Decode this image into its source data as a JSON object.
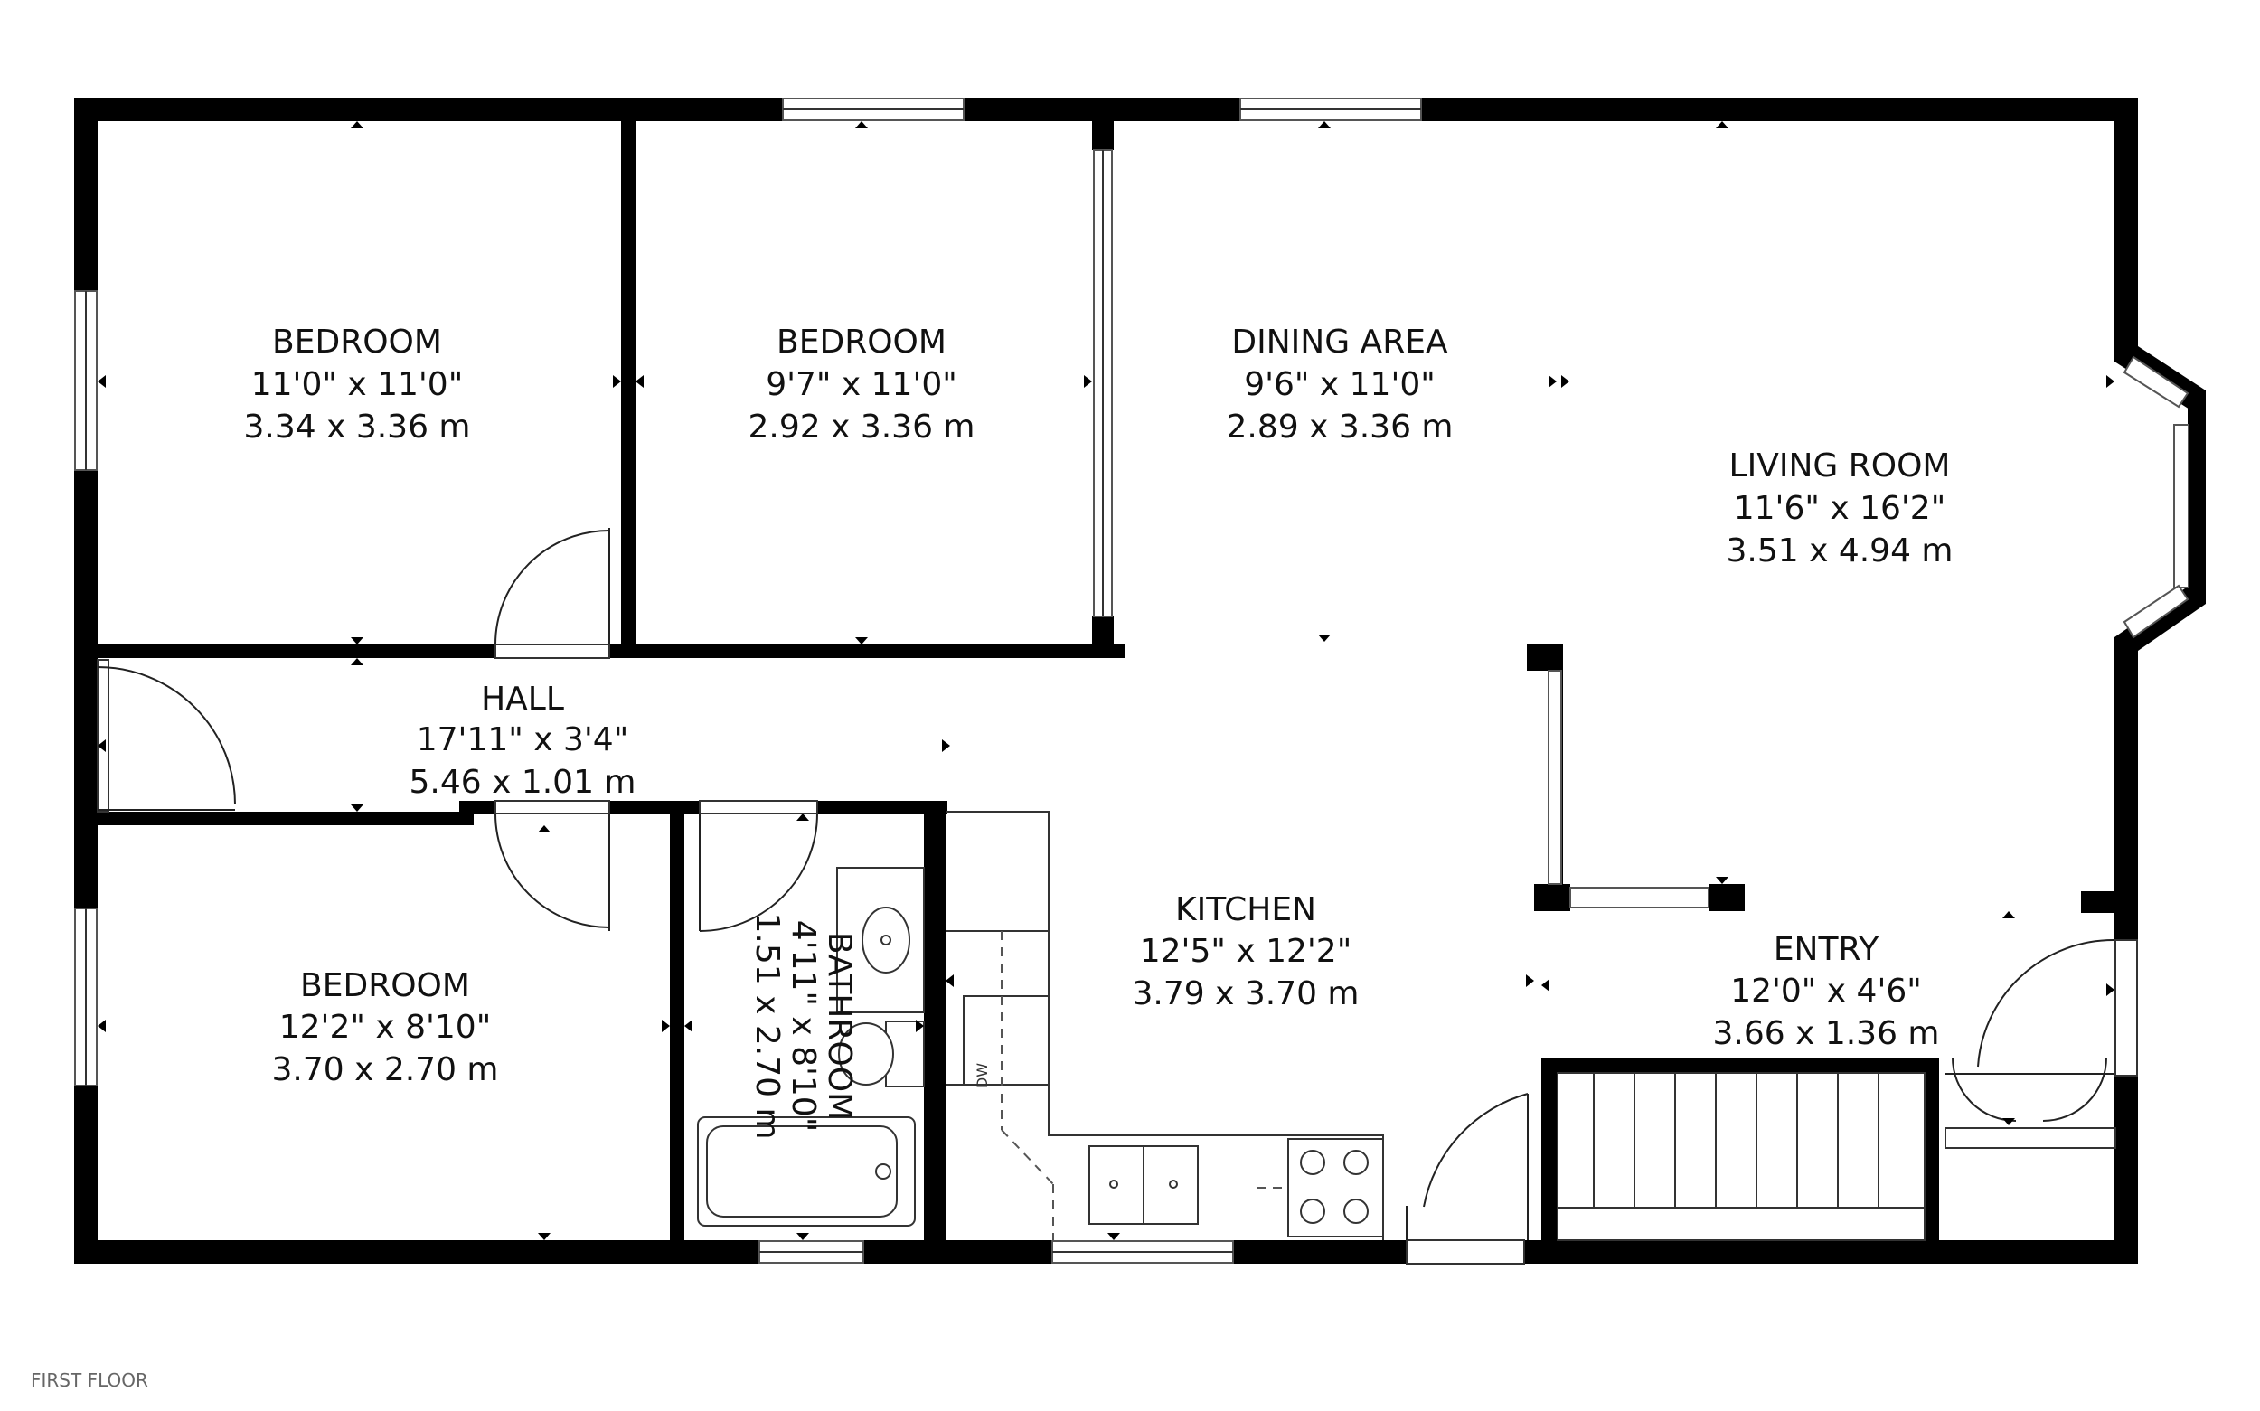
{
  "floor_name": "FIRST FLOOR",
  "rooms": [
    {
      "id": "bedroom-1",
      "name": "BEDROOM",
      "imperial": "11'0\" x 11'0\"",
      "metric": "3.34 x 3.36 m"
    },
    {
      "id": "bedroom-2",
      "name": "BEDROOM",
      "imperial": "9'7\" x 11'0\"",
      "metric": "2.92 x 3.36 m"
    },
    {
      "id": "dining-area",
      "name": "DINING AREA",
      "imperial": "9'6\" x 11'0\"",
      "metric": "2.89 x 3.36 m"
    },
    {
      "id": "living-room",
      "name": "LIVING ROOM",
      "imperial": "11'6\" x 16'2\"",
      "metric": "3.51 x 4.94 m"
    },
    {
      "id": "hall",
      "name": "HALL",
      "imperial": "17'11\" x 3'4\"",
      "metric": "5.46 x 1.01 m"
    },
    {
      "id": "kitchen",
      "name": "KITCHEN",
      "imperial": "12'5\" x 12'2\"",
      "metric": "3.79 x 3.70 m"
    },
    {
      "id": "entry",
      "name": "ENTRY",
      "imperial": "12'0\" x 4'6\"",
      "metric": "3.66 x 1.36 m"
    },
    {
      "id": "bedroom-3",
      "name": "BEDROOM",
      "imperial": "12'2\" x 8'10\"",
      "metric": "3.70 x 2.70 m"
    },
    {
      "id": "bathroom",
      "name": "BATHROOM",
      "imperial": "4'11\" x 8'10\"",
      "metric": "1.51 x 2.70 m"
    }
  ],
  "appliances": {
    "dishwasher_label": "DW"
  }
}
